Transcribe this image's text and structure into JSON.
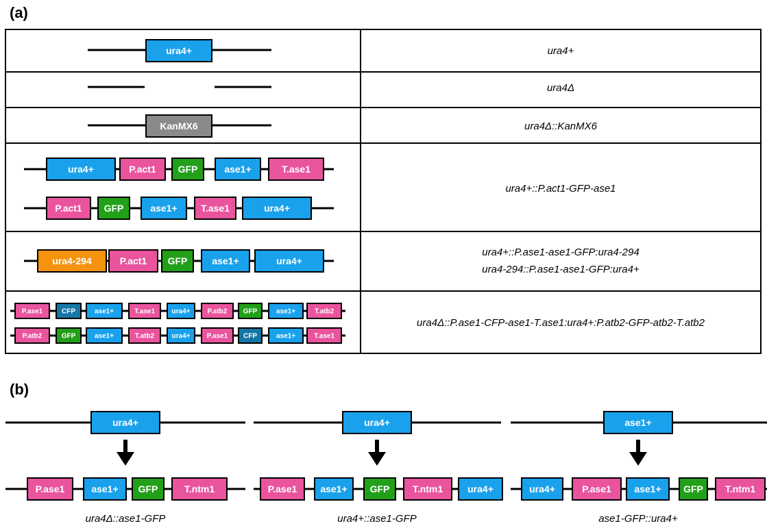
{
  "panel_a": {
    "label": "(a)",
    "rows": [
      {
        "genotype": [
          "ura4+"
        ],
        "constructs": [
          {
            "flank": "both",
            "boxes": [
              {
                "text": "ura4+",
                "type": "blue"
              }
            ]
          }
        ]
      },
      {
        "genotype": [
          "ura4Δ"
        ],
        "constructs": [
          {
            "flank": "gap",
            "boxes": []
          }
        ]
      },
      {
        "genotype": [
          "ura4Δ::KanMX6"
        ],
        "constructs": [
          {
            "flank": "both",
            "boxes": [
              {
                "text": "KanMX6",
                "type": "gray"
              }
            ]
          }
        ]
      },
      {
        "genotype": [
          "ura4+::P.act1-GFP-ase1"
        ],
        "constructs": [
          {
            "flank": "both",
            "boxes": [
              {
                "text": "ura4+",
                "type": "blue"
              },
              {
                "text": "P.act1",
                "type": "pink"
              },
              {
                "text": "GFP",
                "type": "green"
              },
              {
                "text": "ase1+",
                "type": "blue"
              },
              {
                "text": "T.ase1",
                "type": "pink"
              }
            ]
          },
          {
            "flank": "both",
            "boxes": [
              {
                "text": "P.act1",
                "type": "pink"
              },
              {
                "text": "GFP",
                "type": "green"
              },
              {
                "text": "ase1+",
                "type": "blue"
              },
              {
                "text": "T.ase1",
                "type": "pink"
              },
              {
                "text": "ura4+",
                "type": "blue"
              }
            ]
          }
        ]
      },
      {
        "genotype": [
          "ura4+::P.ase1-ase1-GFP:ura4-294",
          "ura4-294::P.ase1-ase1-GFP:ura4+"
        ],
        "constructs": [
          {
            "flank": "both",
            "boxes": [
              {
                "text": "ura4-294",
                "type": "orange"
              },
              {
                "text": "P.act1",
                "type": "pink"
              },
              {
                "text": "GFP",
                "type": "green"
              },
              {
                "text": "ase1+",
                "type": "blue"
              },
              {
                "text": "ura4+",
                "type": "blue"
              }
            ]
          }
        ]
      },
      {
        "genotype": [
          "ura4Δ::P.ase1-CFP-ase1-T.ase1:ura4+:P.atb2-GFP-atb2-T.atb2"
        ],
        "constructs": [
          {
            "flank": "both",
            "boxes": [
              {
                "text": "P.ase1",
                "type": "pink"
              },
              {
                "text": "CFP",
                "type": "cyan"
              },
              {
                "text": "ase1+",
                "type": "blue"
              },
              {
                "text": "T.ase1",
                "type": "pink"
              },
              {
                "text": "ura4+",
                "type": "blue"
              },
              {
                "text": "P.atb2",
                "type": "pink"
              },
              {
                "text": "GFP",
                "type": "green"
              },
              {
                "text": "ase1+",
                "type": "blue"
              },
              {
                "text": "T.atb2",
                "type": "pink"
              }
            ]
          },
          {
            "flank": "both",
            "boxes": [
              {
                "text": "P.atb2",
                "type": "pink"
              },
              {
                "text": "GFP",
                "type": "green"
              },
              {
                "text": "ase1+",
                "type": "blue"
              },
              {
                "text": "T.atb2",
                "type": "pink"
              },
              {
                "text": "ura4+",
                "type": "blue"
              },
              {
                "text": "P.ase1",
                "type": "pink"
              },
              {
                "text": "CFP",
                "type": "cyan"
              },
              {
                "text": "ase1+",
                "type": "blue"
              },
              {
                "text": "T.ase1",
                "type": "pink"
              }
            ]
          }
        ]
      }
    ]
  },
  "panel_b": {
    "label": "(b)",
    "panels": [
      {
        "target": "ura4+",
        "result": [
          "P.ase1",
          "ase1+",
          "GFP",
          "T.ntm1"
        ],
        "types": [
          "pink",
          "blue",
          "green",
          "pink"
        ],
        "caption": "ura4Δ::ase1-GFP"
      },
      {
        "target": "ura4+",
        "result": [
          "P.ase1",
          "ase1+",
          "GFP",
          "T.ntm1",
          "ura4+"
        ],
        "types": [
          "pink",
          "blue",
          "green",
          "pink",
          "blue"
        ],
        "caption": "ura4+::ase1-GFP"
      },
      {
        "target": "ase1+",
        "result": [
          "ura4+",
          "P.ase1",
          "ase1+",
          "GFP",
          "T.ntm1"
        ],
        "types": [
          "blue",
          "pink",
          "blue",
          "green",
          "pink"
        ],
        "caption": "ase1-GFP::ura4+"
      }
    ]
  },
  "colors": {
    "blue": "#1AA1EC",
    "pink": "#E9549D",
    "green": "#22A019",
    "gray": "#8A8A8A",
    "orange": "#F5930F",
    "cyan": "#1676A6",
    "line": "#000000",
    "text_on_box": "#ffffff"
  },
  "icons": {
    "arrow": "down-arrow-icon"
  }
}
